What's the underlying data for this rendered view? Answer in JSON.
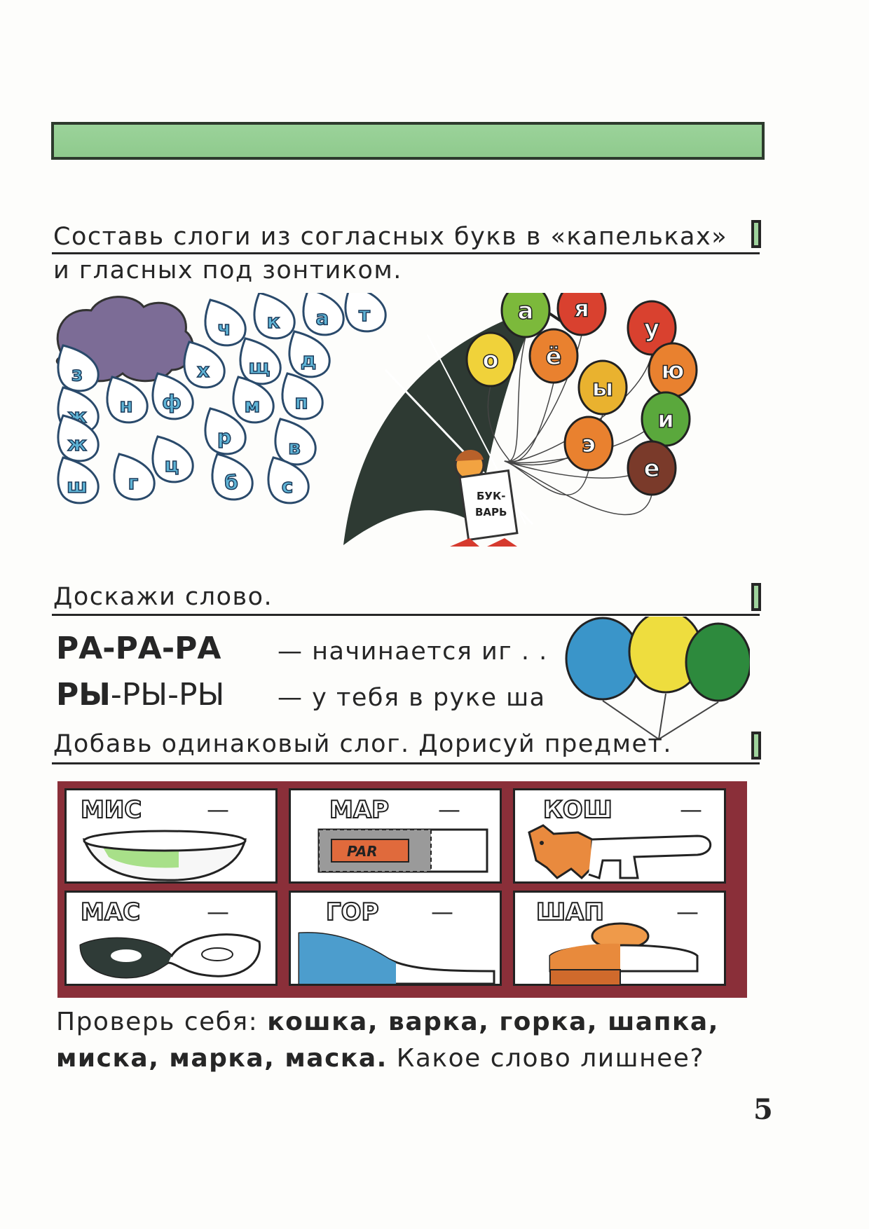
{
  "tasks": {
    "syllables": {
      "line1": "Составь слоги из согласных букв в «капельках»",
      "line2": "и гласных под зонтиком."
    },
    "finish_word": {
      "title": "Доскажи слово.",
      "row1": {
        "syllables": "РА-РА-РА",
        "rest": "— начинается иг . ."
      },
      "row2": {
        "syllable_bold": "РЫ",
        "syllables_rest": "-РЫ-РЫ",
        "rest": "— у тебя в руке ша"
      }
    },
    "add_syllable": {
      "title": "Добавь одинаковый слог. Дорисуй предмет."
    },
    "check": {
      "prefix": "Проверь себя:",
      "words_line1": "кошка, варка, горка, шапка,",
      "words_line2": "миска, марка, маска.",
      "question": "Какое слово лишнее?"
    }
  },
  "illustration": {
    "drops": [
      "ч",
      "к",
      "а",
      "т",
      "з",
      "х",
      "щ",
      "д",
      "ж",
      "н",
      "ф",
      "м",
      "п",
      "ж",
      "р",
      "в",
      "ш",
      "г",
      "ц",
      "б",
      "с"
    ],
    "balloons": [
      "а",
      "я",
      "у",
      "о",
      "ё",
      "ю",
      "ы",
      "и",
      "э",
      "е"
    ],
    "book_label_line1": "БУК-",
    "book_label_line2": "ВАРЬ",
    "stamp_text": "PAR"
  },
  "grid_cells": [
    {
      "label": "МИС",
      "dash": "—",
      "object": "bowl-icon"
    },
    {
      "label": "МАР",
      "dash": "—",
      "object": "stamp-icon"
    },
    {
      "label": "КОШ",
      "dash": "—",
      "object": "cat-icon"
    },
    {
      "label": "МАС",
      "dash": "—",
      "object": "mask-icon"
    },
    {
      "label": "ГОР",
      "dash": "—",
      "object": "slide-icon"
    },
    {
      "label": "ШАП",
      "dash": "—",
      "object": "hat-icon"
    }
  ],
  "page_number": "5",
  "colors": {
    "green_bar": "#9bd39a",
    "grid_frame": "#8a2f39",
    "drop_letter": "#5fb4d6",
    "cloud": "#7c6c96",
    "umbrella": "#2e3a33"
  }
}
